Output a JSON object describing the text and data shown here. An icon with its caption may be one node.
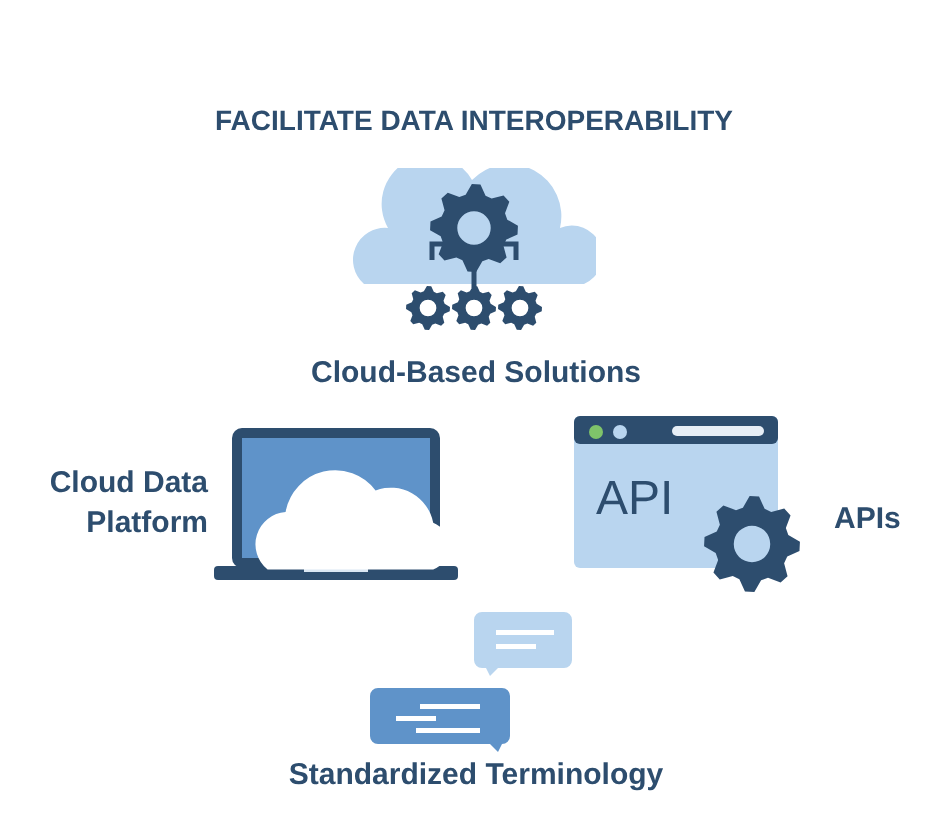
{
  "diagram": {
    "title": "FACILITATE DATA INTEROPERABILITY",
    "labels": [
      "Cloud-Based Solutions",
      "Cloud Data Platform",
      "API",
      "APIs",
      "Standardized Terminology"
    ]
  }
}
